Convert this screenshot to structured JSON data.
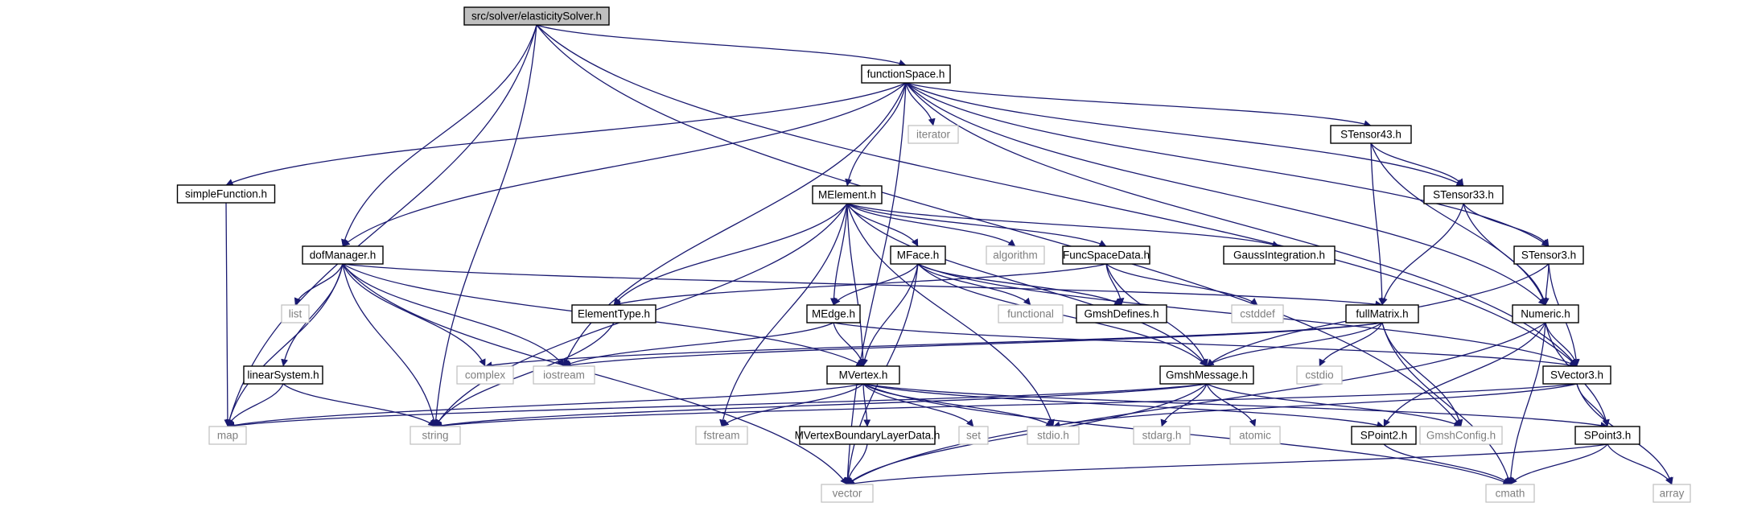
{
  "graph": {
    "title": "src/solver/elasticitySolver.h",
    "colors": {
      "edge": "#191970",
      "root_fill": "#bfbfbf",
      "project_border": "#000000",
      "system_border": "#bfbfbf",
      "system_text": "#7f7f7f"
    },
    "nodes": [
      {
        "id": "elasticitySolver",
        "label": "src/solver/elasticitySolver.h",
        "kind": "root"
      },
      {
        "id": "functionSpace",
        "label": "functionSpace.h",
        "kind": "project"
      },
      {
        "id": "simpleFunction",
        "label": "simpleFunction.h",
        "kind": "project"
      },
      {
        "id": "dofManager",
        "label": "dofManager.h",
        "kind": "project"
      },
      {
        "id": "linearSystem",
        "label": "linearSystem.h",
        "kind": "project"
      },
      {
        "id": "MElement",
        "label": "MElement.h",
        "kind": "project"
      },
      {
        "id": "ElementType",
        "label": "ElementType.h",
        "kind": "project"
      },
      {
        "id": "MFace",
        "label": "MFace.h",
        "kind": "project"
      },
      {
        "id": "MEdge",
        "label": "MEdge.h",
        "kind": "project"
      },
      {
        "id": "MVertex",
        "label": "MVertex.h",
        "kind": "project"
      },
      {
        "id": "MVertexBoundaryLayerData",
        "label": "MVertexBoundaryLayerData.h",
        "kind": "project"
      },
      {
        "id": "FuncSpaceData",
        "label": "FuncSpaceData.h",
        "kind": "project"
      },
      {
        "id": "GaussIntegration",
        "label": "GaussIntegration.h",
        "kind": "project"
      },
      {
        "id": "GmshDefines",
        "label": "GmshDefines.h",
        "kind": "project"
      },
      {
        "id": "fullMatrix",
        "label": "fullMatrix.h",
        "kind": "project"
      },
      {
        "id": "GmshMessage",
        "label": "GmshMessage.h",
        "kind": "project"
      },
      {
        "id": "STensor43",
        "label": "STensor43.h",
        "kind": "project"
      },
      {
        "id": "STensor33",
        "label": "STensor33.h",
        "kind": "project"
      },
      {
        "id": "STensor3",
        "label": "STensor3.h",
        "kind": "project"
      },
      {
        "id": "Numeric",
        "label": "Numeric.h",
        "kind": "project"
      },
      {
        "id": "SVector3",
        "label": "SVector3.h",
        "kind": "project"
      },
      {
        "id": "SPoint2",
        "label": "SPoint2.h",
        "kind": "project"
      },
      {
        "id": "SPoint3",
        "label": "SPoint3.h",
        "kind": "project"
      },
      {
        "id": "GmshConfig",
        "label": "GmshConfig.h",
        "kind": "system"
      },
      {
        "id": "iterator",
        "label": "iterator",
        "kind": "system"
      },
      {
        "id": "algorithm",
        "label": "algorithm",
        "kind": "system"
      },
      {
        "id": "functional",
        "label": "functional",
        "kind": "system"
      },
      {
        "id": "cstddef",
        "label": "cstddef",
        "kind": "system"
      },
      {
        "id": "list",
        "label": "list",
        "kind": "system"
      },
      {
        "id": "complex",
        "label": "complex",
        "kind": "system"
      },
      {
        "id": "iostream",
        "label": "iostream",
        "kind": "system"
      },
      {
        "id": "cstdio",
        "label": "cstdio",
        "kind": "system"
      },
      {
        "id": "map",
        "label": "map",
        "kind": "system"
      },
      {
        "id": "string",
        "label": "string",
        "kind": "system"
      },
      {
        "id": "fstream",
        "label": "fstream",
        "kind": "system"
      },
      {
        "id": "set",
        "label": "set",
        "kind": "system"
      },
      {
        "id": "stdio",
        "label": "stdio.h",
        "kind": "system"
      },
      {
        "id": "stdarg",
        "label": "stdarg.h",
        "kind": "system"
      },
      {
        "id": "atomic",
        "label": "atomic",
        "kind": "system"
      },
      {
        "id": "vector",
        "label": "vector",
        "kind": "system"
      },
      {
        "id": "cmath",
        "label": "cmath",
        "kind": "system"
      },
      {
        "id": "array",
        "label": "array",
        "kind": "system"
      }
    ],
    "edges": [
      [
        "elasticitySolver",
        "functionSpace"
      ],
      [
        "elasticitySolver",
        "dofManager"
      ],
      [
        "elasticitySolver",
        "map"
      ],
      [
        "elasticitySolver",
        "string"
      ],
      [
        "elasticitySolver",
        "SVector3"
      ],
      [
        "elasticitySolver",
        "GmshConfig"
      ],
      [
        "functionSpace",
        "simpleFunction"
      ],
      [
        "functionSpace",
        "dofManager"
      ],
      [
        "functionSpace",
        "MElement"
      ],
      [
        "functionSpace",
        "iterator"
      ],
      [
        "functionSpace",
        "STensor43"
      ],
      [
        "functionSpace",
        "STensor33"
      ],
      [
        "functionSpace",
        "STensor3"
      ],
      [
        "functionSpace",
        "Numeric"
      ],
      [
        "functionSpace",
        "SVector3"
      ],
      [
        "functionSpace",
        "iostream"
      ],
      [
        "functionSpace",
        "vector"
      ],
      [
        "simpleFunction",
        "map"
      ],
      [
        "dofManager",
        "linearSystem"
      ],
      [
        "dofManager",
        "list"
      ],
      [
        "dofManager",
        "complex"
      ],
      [
        "dofManager",
        "iostream"
      ],
      [
        "dofManager",
        "string"
      ],
      [
        "dofManager",
        "map"
      ],
      [
        "dofManager",
        "vector"
      ],
      [
        "dofManager",
        "fullMatrix"
      ],
      [
        "dofManager",
        "MVertex"
      ],
      [
        "linearSystem",
        "map"
      ],
      [
        "linearSystem",
        "string"
      ],
      [
        "MElement",
        "ElementType"
      ],
      [
        "MElement",
        "MFace"
      ],
      [
        "MElement",
        "MEdge"
      ],
      [
        "MElement",
        "MVertex"
      ],
      [
        "MElement",
        "algorithm"
      ],
      [
        "MElement",
        "FuncSpaceData"
      ],
      [
        "MElement",
        "GaussIntegration"
      ],
      [
        "MElement",
        "GmshMessage"
      ],
      [
        "MElement",
        "string"
      ],
      [
        "MElement",
        "fstream"
      ],
      [
        "MElement",
        "stdio"
      ],
      [
        "ElementType",
        "string"
      ],
      [
        "MFace",
        "MEdge"
      ],
      [
        "MFace",
        "MVertex"
      ],
      [
        "MFace",
        "functional"
      ],
      [
        "MFace",
        "GmshDefines"
      ],
      [
        "MFace",
        "GmshMessage"
      ],
      [
        "MFace",
        "SVector3"
      ],
      [
        "MFace",
        "vector"
      ],
      [
        "MEdge",
        "MVertex"
      ],
      [
        "MEdge",
        "SVector3"
      ],
      [
        "MEdge",
        "iostream"
      ],
      [
        "FuncSpaceData",
        "ElementType"
      ],
      [
        "FuncSpaceData",
        "GmshDefines"
      ],
      [
        "FuncSpaceData",
        "GmshMessage"
      ],
      [
        "FuncSpaceData",
        "cstddef"
      ],
      [
        "fullMatrix",
        "GmshMessage"
      ],
      [
        "fullMatrix",
        "GmshConfig"
      ],
      [
        "fullMatrix",
        "cstdio"
      ],
      [
        "fullMatrix",
        "cmath"
      ],
      [
        "fullMatrix",
        "complex"
      ],
      [
        "fullMatrix",
        "iostream"
      ],
      [
        "MVertex",
        "MVertexBoundaryLayerData"
      ],
      [
        "MVertex",
        "SPoint2"
      ],
      [
        "MVertex",
        "SPoint3"
      ],
      [
        "MVertex",
        "map"
      ],
      [
        "MVertex",
        "fstream"
      ],
      [
        "MVertex",
        "set"
      ],
      [
        "MVertex",
        "stdio"
      ],
      [
        "MVertex",
        "cmath"
      ],
      [
        "MVertexBoundaryLayerData",
        "vector"
      ],
      [
        "GmshMessage",
        "map"
      ],
      [
        "GmshMessage",
        "string"
      ],
      [
        "GmshMessage",
        "stdarg"
      ],
      [
        "GmshMessage",
        "atomic"
      ],
      [
        "GmshMessage",
        "GmshConfig"
      ],
      [
        "GmshMessage",
        "vector"
      ],
      [
        "STensor43",
        "STensor33"
      ],
      [
        "STensor43",
        "fullMatrix"
      ],
      [
        "STensor43",
        "Numeric"
      ],
      [
        "STensor33",
        "STensor3"
      ],
      [
        "STensor33",
        "fullMatrix"
      ],
      [
        "STensor33",
        "Numeric"
      ],
      [
        "STensor3",
        "Numeric"
      ],
      [
        "STensor3",
        "SVector3"
      ],
      [
        "STensor3",
        "GmshMessage"
      ],
      [
        "Numeric",
        "SVector3"
      ],
      [
        "Numeric",
        "SPoint2"
      ],
      [
        "Numeric",
        "SPoint3"
      ],
      [
        "Numeric",
        "cmath"
      ],
      [
        "Numeric",
        "vector"
      ],
      [
        "SVector3",
        "SPoint3"
      ],
      [
        "SVector3",
        "array"
      ],
      [
        "SVector3",
        "string"
      ],
      [
        "SVector3",
        "stdio"
      ],
      [
        "SPoint2",
        "cmath"
      ],
      [
        "SPoint3",
        "cmath"
      ],
      [
        "SPoint3",
        "array"
      ],
      [
        "SPoint3",
        "vector"
      ]
    ]
  }
}
